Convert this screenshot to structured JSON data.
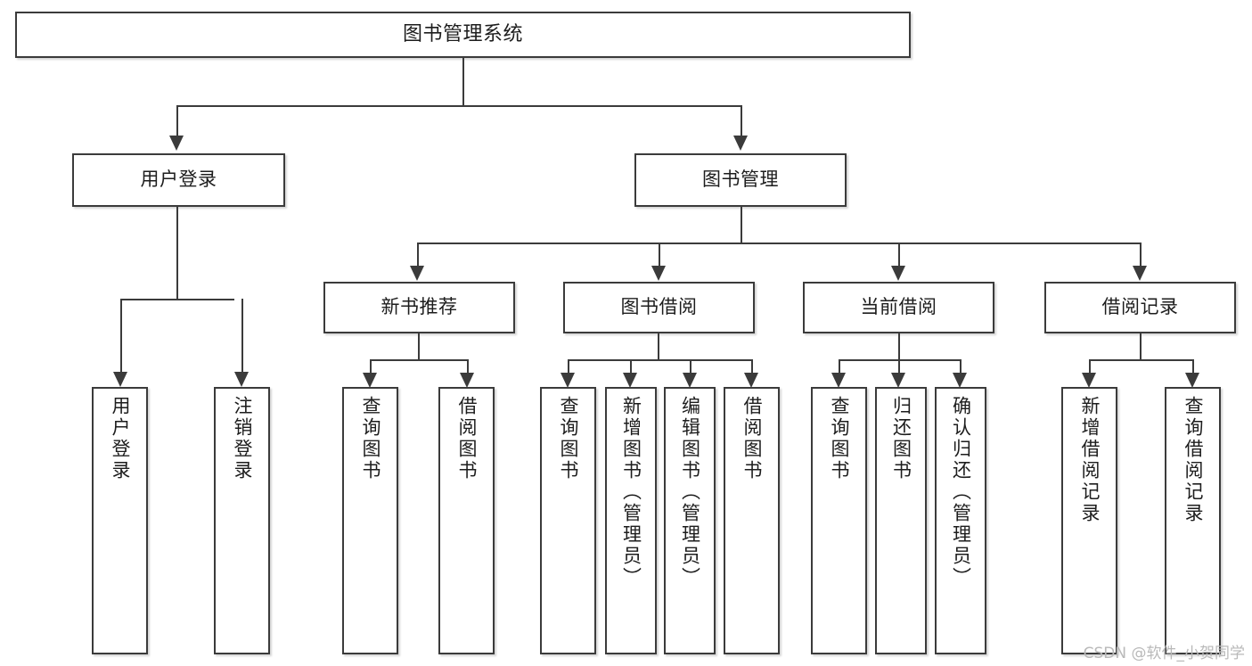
{
  "diagram": {
    "title": "图书管理系统",
    "type": "functional-structure-tree",
    "root": {
      "id": "root",
      "label": "图书管理系统",
      "orientation": "horizontal"
    },
    "level2": [
      {
        "id": "user-login",
        "label": "用户登录",
        "orientation": "horizontal"
      },
      {
        "id": "book-management",
        "label": "图书管理",
        "orientation": "horizontal"
      }
    ],
    "level3": [
      {
        "id": "new-book-recommend",
        "label": "新书推荐",
        "orientation": "horizontal",
        "parent": "book-management"
      },
      {
        "id": "book-borrow",
        "label": "图书借阅",
        "orientation": "horizontal",
        "parent": "book-management"
      },
      {
        "id": "current-borrow",
        "label": "当前借阅",
        "orientation": "horizontal",
        "parent": "book-management"
      },
      {
        "id": "borrow-record",
        "label": "借阅记录",
        "orientation": "horizontal",
        "parent": "book-management"
      }
    ],
    "leaves": [
      {
        "id": "leaf-user-login",
        "label": "用户登录",
        "parent": "user-login"
      },
      {
        "id": "leaf-logout-login",
        "label": "注销登录",
        "parent": "user-login"
      },
      {
        "id": "leaf-query-book-1",
        "label": "查询图书",
        "parent": "new-book-recommend"
      },
      {
        "id": "leaf-borrow-book-1",
        "label": "借阅图书",
        "parent": "new-book-recommend"
      },
      {
        "id": "leaf-query-book-2",
        "label": "查询图书",
        "parent": "book-borrow"
      },
      {
        "id": "leaf-add-book",
        "label": "新增图书（管理员）",
        "parent": "book-borrow"
      },
      {
        "id": "leaf-edit-book",
        "label": "编辑图书（管理员）",
        "parent": "book-borrow"
      },
      {
        "id": "leaf-borrow-book-2",
        "label": "借阅图书",
        "parent": "book-borrow"
      },
      {
        "id": "leaf-query-book-3",
        "label": "查询图书",
        "parent": "current-borrow"
      },
      {
        "id": "leaf-return-book",
        "label": "归还图书",
        "parent": "current-borrow"
      },
      {
        "id": "leaf-confirm-return",
        "label": "确认归还（管理员）",
        "parent": "current-borrow"
      },
      {
        "id": "leaf-add-record",
        "label": "新增借阅记录",
        "parent": "borrow-record"
      },
      {
        "id": "leaf-query-record",
        "label": "查询借阅记录",
        "parent": "borrow-record"
      }
    ],
    "watermark": "CSDN @软件_小贺同学",
    "colors": {
      "border": "#3b3b3b",
      "background": "#ffffff",
      "text": "#1d1d1d",
      "watermark": "#b9b9b9"
    }
  }
}
